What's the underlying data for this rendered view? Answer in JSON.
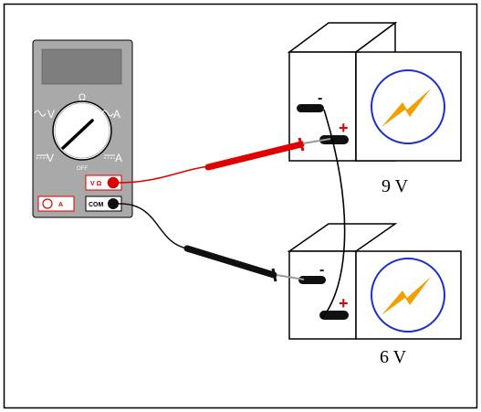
{
  "meter": {
    "dial_labels": {
      "ohm": "Ω",
      "dc_volts": "V",
      "ac_volts": "V",
      "dc_amps": "A",
      "ac_amps": "A",
      "off": "OFF"
    },
    "jacks": {
      "volt_ohm": "V Ω",
      "amps": "A",
      "common": "COM"
    }
  },
  "batteries": [
    {
      "voltage_label": "9 V",
      "plus_sign": "+",
      "minus_sign": "-"
    },
    {
      "voltage_label": "6 V",
      "plus_sign": "+",
      "minus_sign": "-"
    }
  ],
  "colors": {
    "red_lead": "#e00000",
    "black_lead": "#101010",
    "meter_body": "#a9a9a9",
    "lcd": "#7e7e7e",
    "bolt": "#f2a000",
    "label_circle": "#1a30c8"
  },
  "icons": [
    "lightning-bolt-icon",
    "rotary-dial-icon"
  ]
}
